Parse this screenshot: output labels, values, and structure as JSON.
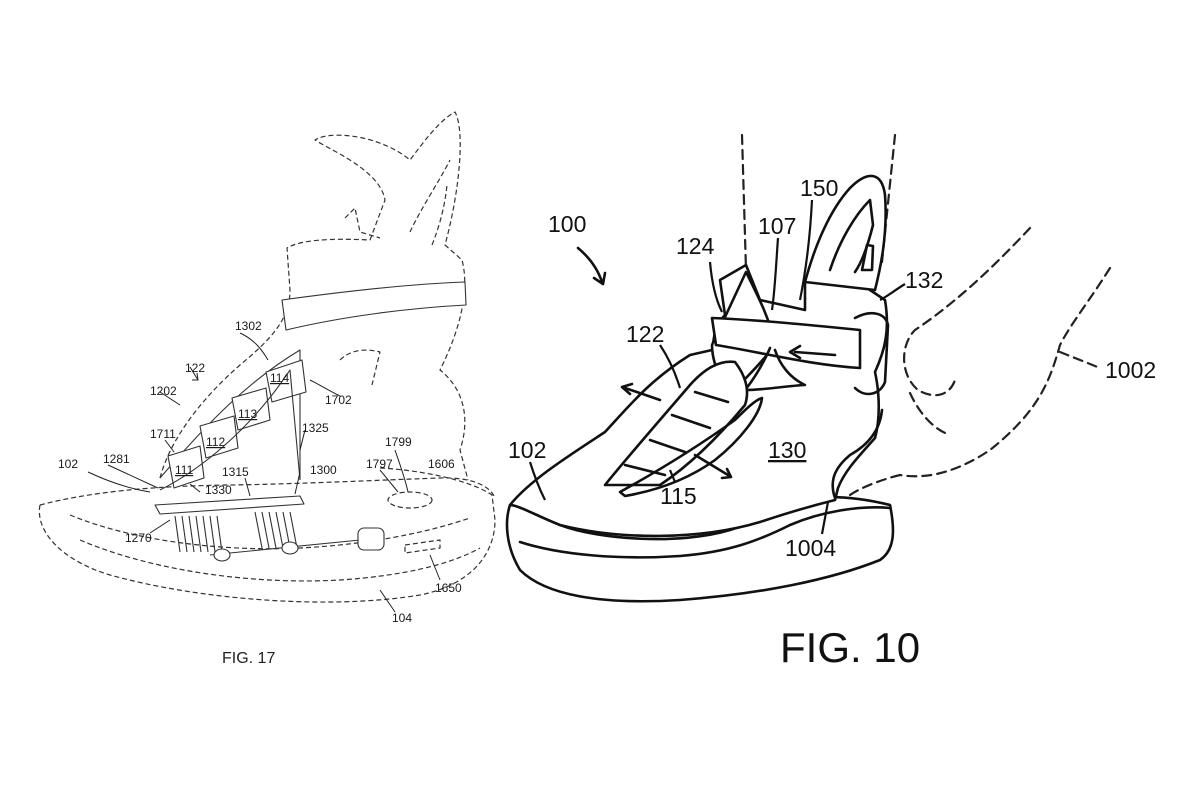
{
  "figures": {
    "fig17": {
      "caption": "FIG. 17",
      "labels": {
        "l1302": "1302",
        "l122": "122",
        "l114": "114",
        "l1202": "1202",
        "l1702": "1702",
        "l113": "113",
        "l1711": "1711",
        "l112": "112",
        "l1325": "1325",
        "l1799": "1799",
        "l102": "102",
        "l1281": "1281",
        "l111": "111",
        "l1315": "1315",
        "l1300": "1300",
        "l1797": "1797",
        "l1606": "1606",
        "l1330": "1330",
        "l1270": "1270",
        "l1650": "1650",
        "l104": "104"
      }
    },
    "fig10": {
      "caption": "FIG. 10",
      "labels": {
        "l150": "150",
        "l100": "100",
        "l124": "124",
        "l107": "107",
        "l132": "132",
        "l122": "122",
        "l1002": "1002",
        "l102": "102",
        "l130": "130",
        "l115": "115",
        "l1004": "1004"
      }
    }
  }
}
